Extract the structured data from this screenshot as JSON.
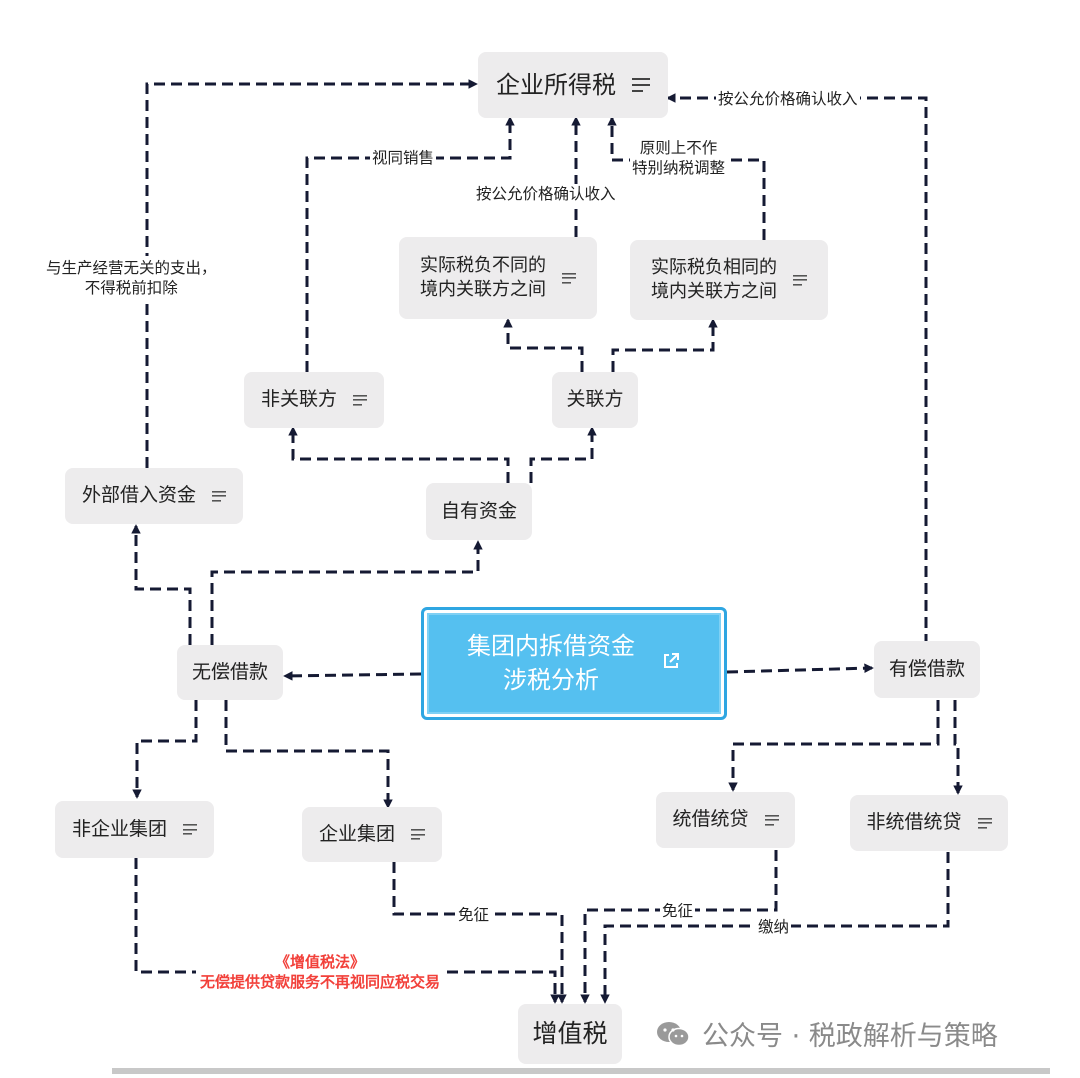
{
  "center": {
    "line1": "集团内拆借资金",
    "line2": "涉税分析",
    "icon": "external-link-icon"
  },
  "nodes": {
    "cit": "企业所得税",
    "diff_tax": [
      "实际税负不同的",
      "境内关联方之间"
    ],
    "same_tax": [
      "实际税负相同的",
      "境内关联方之间"
    ],
    "non_related": "非关联方",
    "related": "关联方",
    "external_funds": "外部借入资金",
    "own_funds": "自有资金",
    "free_loan": "无偿借款",
    "paid_loan": "有偿借款",
    "non_group": "非企业集团",
    "group": "企业集团",
    "unified": "统借统贷",
    "non_unified": "非统借统贷",
    "vat": "增值税"
  },
  "labels": {
    "fair_price_right": "按公允价格确认收入",
    "fair_price_mid": "按公允价格确认收入",
    "deemed_sales": "视同销售",
    "principle": [
      "原则上不作",
      "特别纳税调整"
    ],
    "unrelated_expense": [
      "与生产经营无关的支出，",
      "不得税前扣除"
    ],
    "exempt_group": "免征",
    "exempt_unified": "免征",
    "pay": "缴纳"
  },
  "note": {
    "law": "《增值税法》",
    "text": "无偿提供贷款服务不再视同应税交易"
  },
  "watermark": {
    "text": "公众号 · 税政解析与策略",
    "icon": "wechat-icon"
  },
  "colors": {
    "accent": "#55c0f0",
    "edge": "#151a33",
    "node_bg": "#edeced",
    "note": "#f2403a"
  }
}
